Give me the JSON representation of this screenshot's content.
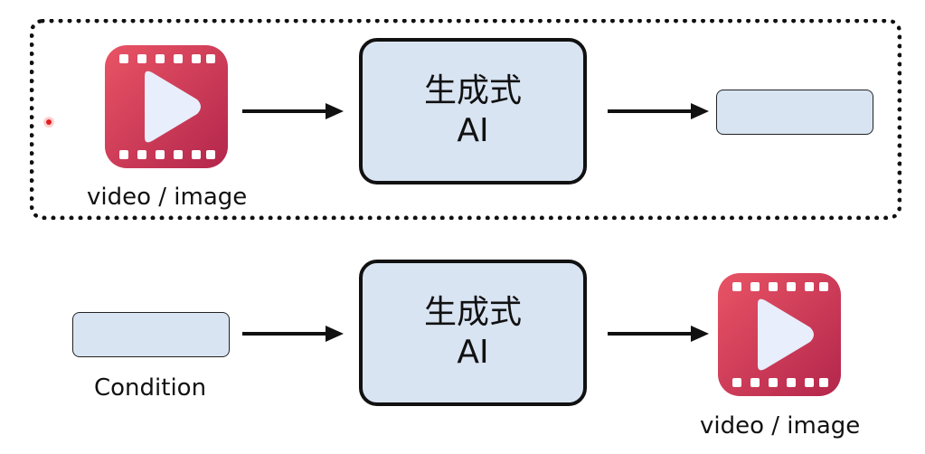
{
  "top_row": {
    "input_label": "video / image",
    "model_line1": "生成式",
    "model_line2": "AI"
  },
  "bottom_row": {
    "input_label": "Condition",
    "model_line1": "生成式",
    "model_line2": "AI",
    "output_label": "video / image"
  },
  "colors": {
    "box_fill": "#d9e4f3",
    "icon_gradient_top": "#e84a5f",
    "icon_gradient_bottom": "#b8274f"
  },
  "icons": [
    "video-play-icon",
    "arrow-right-icon",
    "cursor-dot"
  ]
}
